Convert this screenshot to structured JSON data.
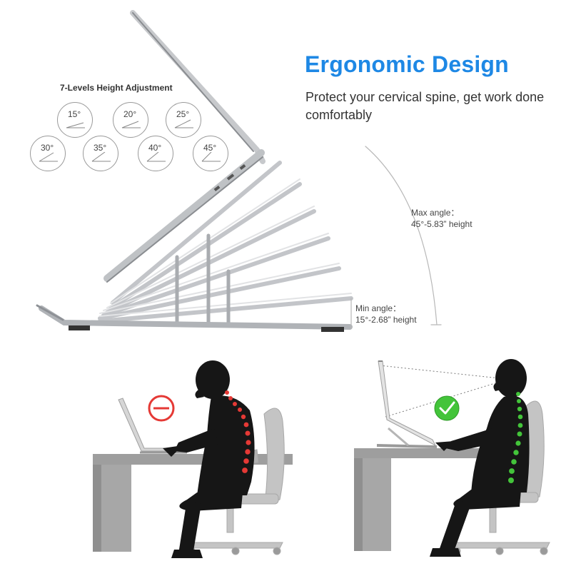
{
  "header": {
    "title": "Ergonomic Design",
    "subtitle": "Protect your cervical spine, get work done comfortably"
  },
  "levels": {
    "heading": "7-Levels Height Adjustment",
    "angles": [
      {
        "label": "15°",
        "angle": 15
      },
      {
        "label": "20°",
        "angle": 20
      },
      {
        "label": "25°",
        "angle": 25
      },
      {
        "label": "30°",
        "angle": 30
      },
      {
        "label": "35°",
        "angle": 35
      },
      {
        "label": "40°",
        "angle": 40
      },
      {
        "label": "45°",
        "angle": 45
      }
    ]
  },
  "specs": {
    "max": {
      "line1": "Max angle：",
      "line2": "45°-5.83”  height"
    },
    "min": {
      "line1": "Min angle：",
      "line2": "15°-2.68”  height"
    }
  },
  "comparison": {
    "bad_icon": "no-entry-icon",
    "good_icon": "check-icon"
  },
  "colors": {
    "accent": "#1e88e5",
    "bad": "#e53935",
    "good": "#43c43a"
  }
}
